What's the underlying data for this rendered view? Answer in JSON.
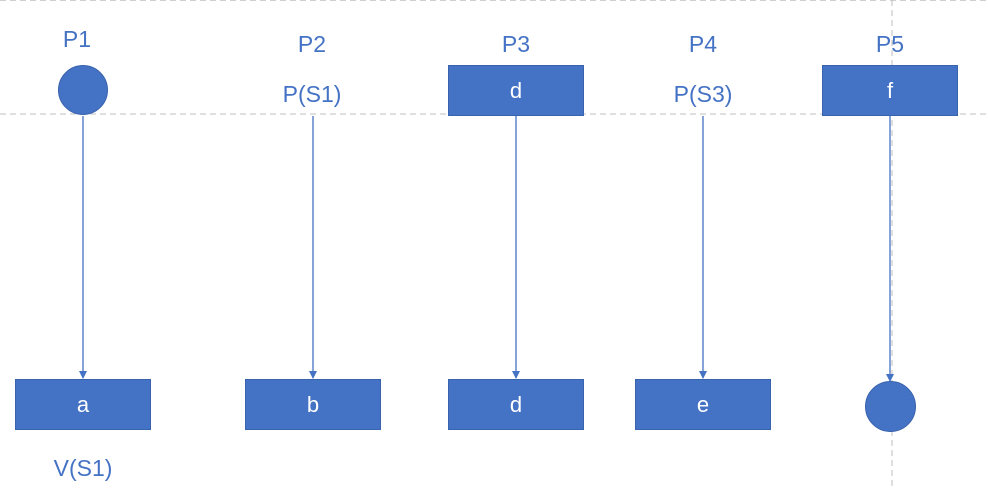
{
  "processes": [
    {
      "header": "P1",
      "top_label": "",
      "bottom_node": {
        "shape": "box",
        "text": "a"
      },
      "bottom_label": "V(S1)"
    },
    {
      "header": "P2",
      "top_label": "P(S1)",
      "bottom_node": {
        "shape": "box",
        "text": "b"
      },
      "bottom_label": ""
    },
    {
      "header": "P3",
      "top_node": {
        "shape": "box",
        "text": "d"
      },
      "bottom_node": {
        "shape": "box",
        "text": "d"
      },
      "bottom_label": ""
    },
    {
      "header": "P4",
      "top_label": "P(S3)",
      "bottom_node": {
        "shape": "box",
        "text": "e"
      },
      "bottom_label": ""
    },
    {
      "header": "P5",
      "top_node": {
        "shape": "box",
        "text": "f"
      },
      "bottom_node": {
        "shape": "circle",
        "text": ""
      },
      "bottom_label": ""
    }
  ],
  "colors": {
    "node_fill": "#4472c4",
    "text": "#4472c4",
    "guide": "#bfbfbf"
  }
}
